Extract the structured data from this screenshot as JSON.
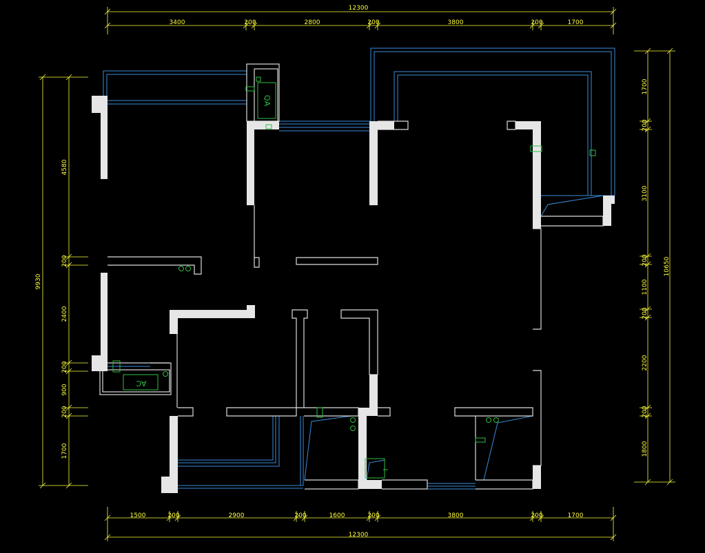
{
  "colors": {
    "background": "#000000",
    "dimension": "#ffff3c",
    "wall": "#e6e6e6",
    "window": "#3a8edc",
    "fixture": "#2fbf3f"
  },
  "dimensions": {
    "top_total": "12300",
    "top_segments": [
      "3400",
      "200",
      "2800",
      "200",
      "3800",
      "200",
      "1700"
    ],
    "bottom_total": "12300",
    "bottom_segments": [
      "1500",
      "200",
      "2900",
      "200",
      "1600",
      "200",
      "3800",
      "200",
      "1700"
    ],
    "left_total": "9930",
    "left_segments": [
      "4580",
      "200",
      "2400",
      "200",
      "900",
      "200",
      "1700"
    ],
    "right_total": "10650",
    "right_segments": [
      "1700",
      "200",
      "3100",
      "200",
      "1100",
      "200",
      "2200",
      "200",
      "1800"
    ]
  },
  "fixtures": {
    "unit_upper": "QA",
    "unit_lower": "AC"
  }
}
